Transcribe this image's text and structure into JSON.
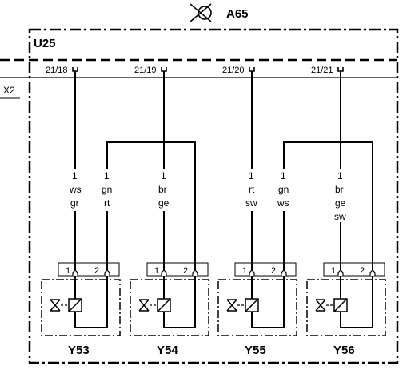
{
  "header": {
    "module_label": "A65",
    "module_icon": "antenna-symbol-icon"
  },
  "unit": {
    "label": "U25"
  },
  "connector": {
    "label": "X2"
  },
  "pins": [
    {
      "label": "21/18"
    },
    {
      "label": "21/19"
    },
    {
      "label": "21/20"
    },
    {
      "label": "21/21"
    }
  ],
  "wires": [
    {
      "num": "1",
      "color1": "ws",
      "color2": "gr",
      "color3": ""
    },
    {
      "num": "1",
      "color1": "gn",
      "color2": "rt",
      "color3": ""
    },
    {
      "num": "1",
      "color1": "br",
      "color2": "ge",
      "color3": ""
    },
    {
      "num": "1",
      "color1": "rt",
      "color2": "sw",
      "color3": ""
    },
    {
      "num": "1",
      "color1": "gn",
      "color2": "ws",
      "color3": ""
    },
    {
      "num": "1",
      "color1": "br",
      "color2": "ge",
      "color3": "sw"
    }
  ],
  "valves": [
    {
      "label": "Y53",
      "pin1": "1",
      "pin2": "2"
    },
    {
      "label": "Y54",
      "pin1": "1",
      "pin2": "2"
    },
    {
      "label": "Y55",
      "pin1": "1",
      "pin2": "2"
    },
    {
      "label": "Y56",
      "pin1": "1",
      "pin2": "2"
    }
  ]
}
